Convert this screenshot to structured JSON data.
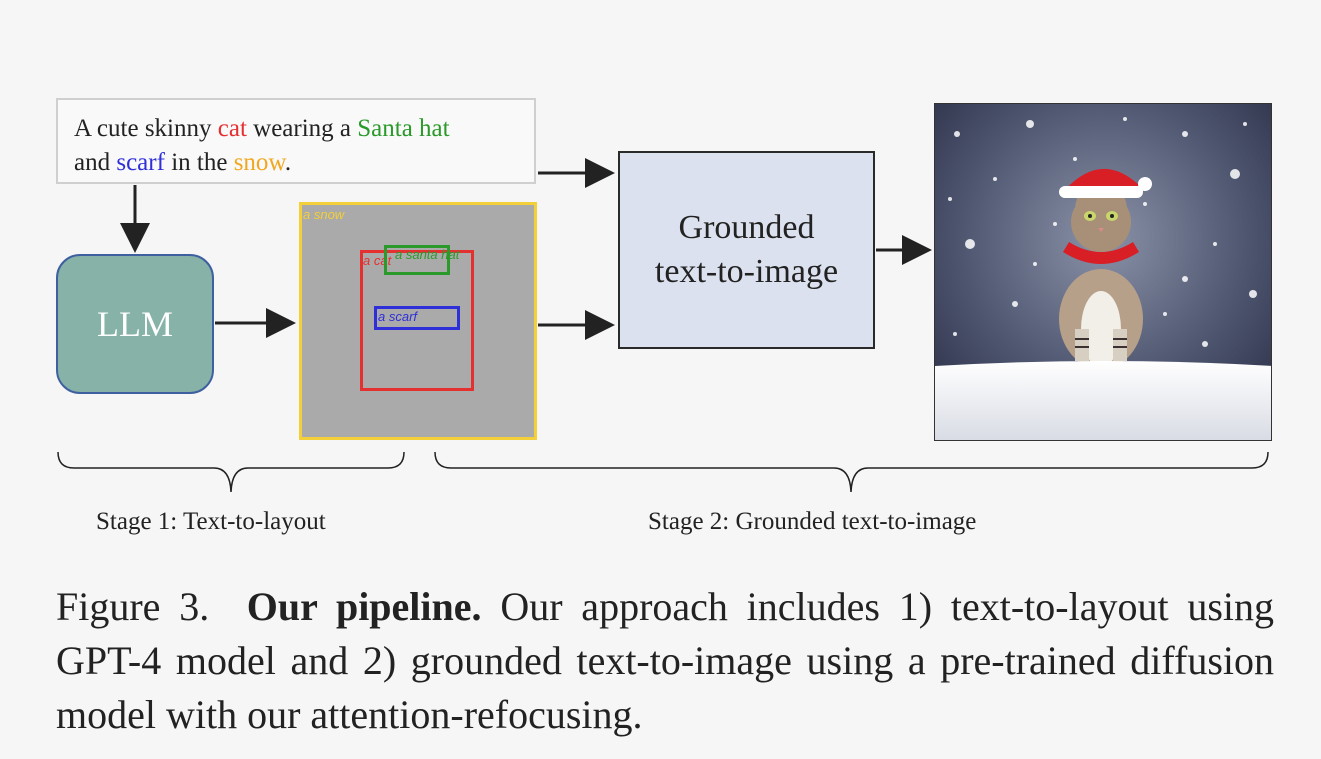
{
  "prompt": {
    "parts": [
      {
        "text": "A cute skinny ",
        "color": "#222222"
      },
      {
        "text": "cat",
        "color": "#e53030"
      },
      {
        "text": " wearing a ",
        "color": "#222222"
      },
      {
        "text": "Santa hat",
        "color": "#2a9a2a"
      },
      {
        "text": "and ",
        "color": "#222222"
      },
      {
        "text": "scarf",
        "color": "#2f2fd9"
      },
      {
        "text": " in the ",
        "color": "#222222"
      },
      {
        "text": "snow",
        "color": "#f0a820"
      },
      {
        "text": ".",
        "color": "#222222"
      }
    ]
  },
  "llm": {
    "label": "LLM",
    "fill": "#86b2a7"
  },
  "layout": {
    "snow_label": "a snow",
    "cat_label": "a cat",
    "hat_label": "a santa hat",
    "scarf_label": "a scarf",
    "colors": {
      "snow": "#f3cf3a",
      "cat": "#e53030",
      "hat": "#2a9a2a",
      "scarf": "#2f2fd9"
    }
  },
  "generator": {
    "line1": "Grounded",
    "line2": "text-to-image",
    "fill": "#dbe1ee"
  },
  "stages": {
    "stage1": "Stage 1: Text-to-layout",
    "stage2": "Stage 2: Grounded text-to-image"
  },
  "caption": {
    "prefix": "Figure 3.",
    "bold": "Our pipeline.",
    "body": "Our approach includes 1) text-to-layout using GPT-4 model and 2) grounded text-to-image using a pre-trained diffusion model with our attention-refocusing."
  },
  "output_image": {
    "icon": "cat-in-santa-hat-image"
  }
}
